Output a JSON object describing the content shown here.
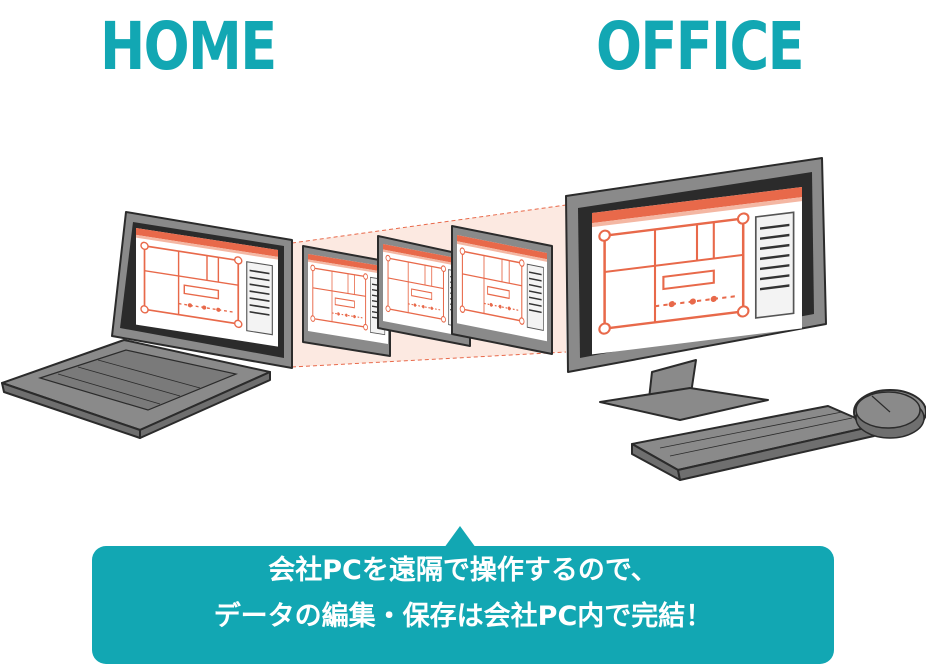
{
  "labels": {
    "home": "HOME",
    "office": "OFFICE"
  },
  "callout": {
    "line1": "会社PCを遠隔で操作するので、",
    "line2": "データの編集・保存は会社PC内で完結！"
  },
  "colors": {
    "teal": "#12a7b3",
    "accent": "#e8694a",
    "device_gray": "#8a8a8a",
    "outline": "#2b2b2b",
    "glow": "#fbe3da"
  }
}
